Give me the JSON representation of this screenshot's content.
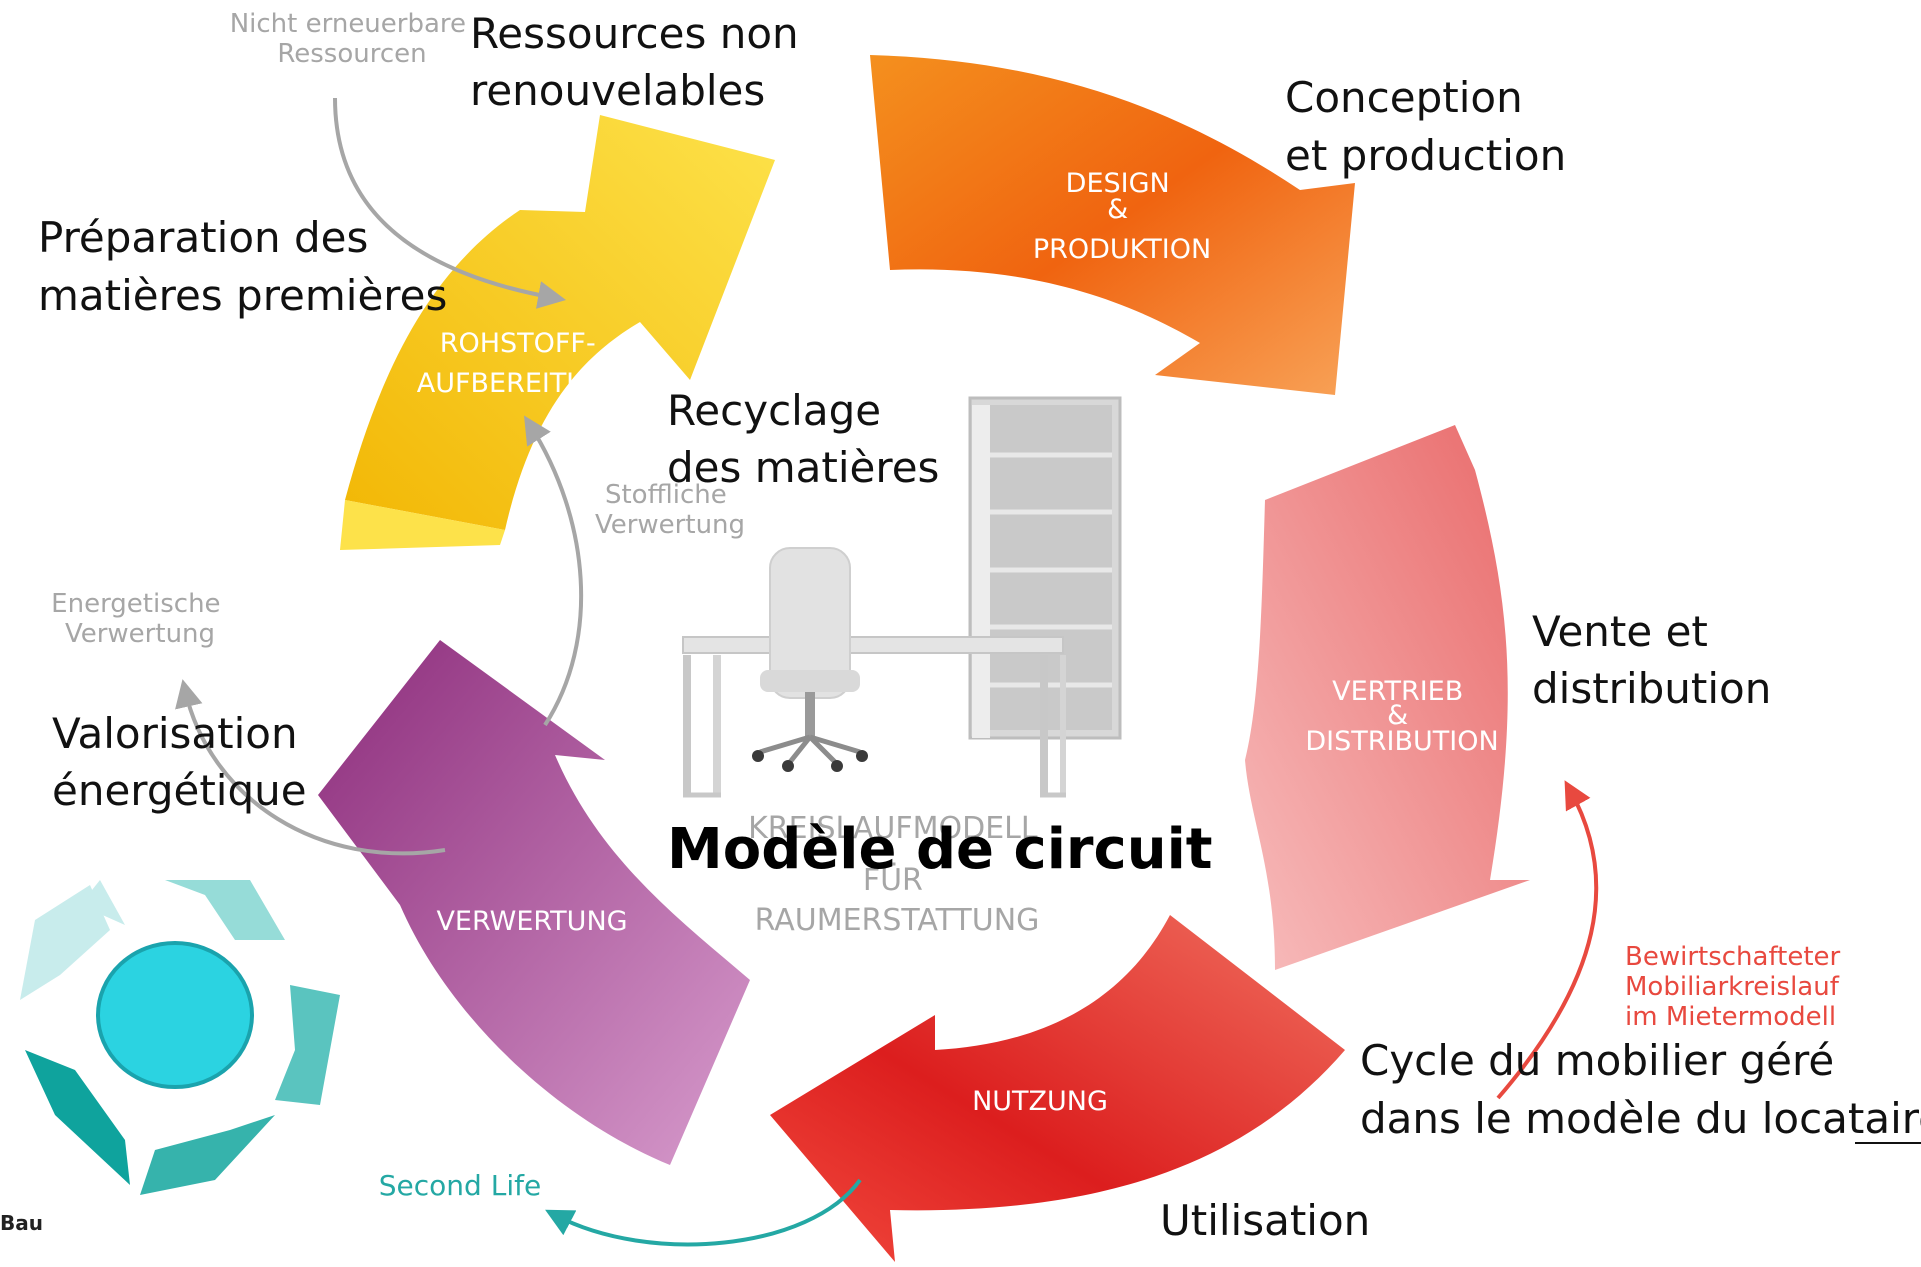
{
  "diagram": {
    "top_left_german": [
      "Nicht erneuerbare",
      "Ressourcen"
    ],
    "resources_fr": [
      "Ressources non",
      "renouvelables"
    ],
    "conception_fr": [
      "Conception",
      "et production"
    ],
    "design_de": [
      "DESIGN",
      "&",
      "PRODUKTION"
    ],
    "preparation_fr": [
      "Préparation des",
      "matières premières"
    ],
    "rohstoff_de": [
      "ROHSTOFF-",
      "AUFBEREITUNG"
    ],
    "recyclage_fr": [
      "Recyclage",
      "des matières"
    ],
    "stoffliche_de": [
      "Stoffliche",
      "Verwertung"
    ],
    "energetische_de": [
      "Energetische",
      "Verwertung"
    ],
    "valorisation_fr": [
      "Valorisation",
      "énergétique"
    ],
    "vente_fr": [
      "Vente et",
      "distribution"
    ],
    "vertrieb_de": [
      "VERTRIEB",
      "&",
      "DISTRIBUTION"
    ],
    "verwertung_de": "VERWERTUNG",
    "center_de": [
      "KREISLAUFMODELL",
      "FÜR",
      "RAUMERSTATTUNG"
    ],
    "center_fr": "Modèle de circuit",
    "bewirtschaft_de": [
      "Bewirtschafteter",
      "Mobiliarkreislauf",
      "im Mietermodell"
    ],
    "cycle_fr": [
      "Cycle du mobilier géré",
      "dans le modèle du locataire"
    ],
    "nutzung_de": "NUTZUNG",
    "utilisation_fr": "Utilisation",
    "second_life": "Second Life",
    "corner_text": "Bau"
  },
  "colors": {
    "yellow": "#f5c518",
    "orange": "#f26a10",
    "salmon": "#ec7c7c",
    "red": "#e3262b",
    "purple": "#b05aa0",
    "teal": "#24a8a4",
    "bewirtschaft_red": "#e8493f",
    "grey": "#a6a6a6"
  }
}
